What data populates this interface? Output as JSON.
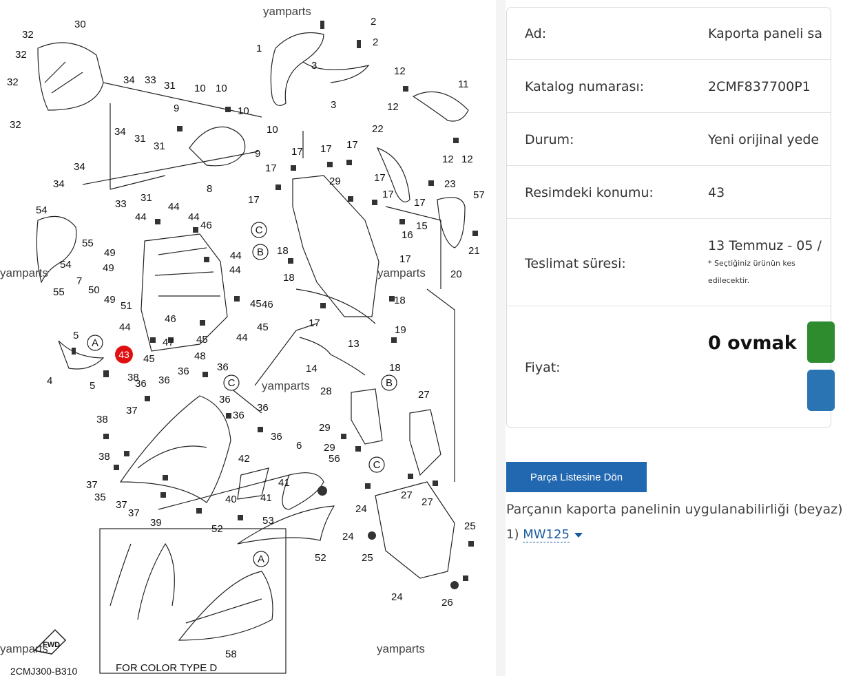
{
  "diagram": {
    "watermarks": [
      "yamparts",
      "yamparts",
      "yamparts",
      "yamparts",
      "yamparts",
      "yamparts"
    ],
    "highlighted_position": "43",
    "callout_numbers": [
      "1",
      "2",
      "2",
      "3",
      "3",
      "4",
      "5",
      "5",
      "6",
      "7",
      "8",
      "9",
      "9",
      "10",
      "10",
      "10",
      "10",
      "11",
      "12",
      "12",
      "12",
      "12",
      "13",
      "14",
      "15",
      "16",
      "17",
      "17",
      "17",
      "17",
      "17",
      "17",
      "17",
      "17",
      "17",
      "17",
      "18",
      "18",
      "18",
      "18",
      "19",
      "20",
      "21",
      "22",
      "23",
      "24",
      "24",
      "24",
      "25",
      "25",
      "26",
      "27",
      "27",
      "27",
      "28",
      "29",
      "29",
      "29",
      "30",
      "31",
      "31",
      "31",
      "31",
      "32",
      "32",
      "32",
      "32",
      "33",
      "33",
      "34",
      "34",
      "34",
      "34",
      "35",
      "36",
      "36",
      "36",
      "36",
      "36",
      "36",
      "36",
      "36",
      "37",
      "37",
      "37",
      "37",
      "38",
      "38",
      "38",
      "39",
      "40",
      "41",
      "41",
      "42",
      "44",
      "44",
      "44",
      "44",
      "44",
      "44",
      "44",
      "45",
      "45",
      "45",
      "45",
      "46",
      "46",
      "46",
      "47",
      "48",
      "49",
      "49",
      "49",
      "50",
      "51",
      "52",
      "52",
      "53",
      "54",
      "54",
      "55",
      "55",
      "56",
      "57",
      "58"
    ],
    "circle_letters": [
      "C",
      "B",
      "A",
      "C",
      "B",
      "C",
      "A"
    ],
    "diagram_code": "2CMJ300-B310",
    "inset_caption": "FOR COLOR TYPE D",
    "fwd_label": "FWD"
  },
  "info": {
    "rows": [
      {
        "label": "Ad:",
        "value": "Kaporta paneli sa"
      },
      {
        "label": "Katalog numarası:",
        "value": "2CMF837700P1"
      },
      {
        "label": "Durum:",
        "value": "Yeni orijinal yede"
      },
      {
        "label": "Resimdeki konumu:",
        "value": "43"
      },
      {
        "label": "Teslimat süresi:",
        "value": "13 Temmuz - 05 /",
        "note": "* Seçtiğiniz ürünün kes edilecektir."
      },
      {
        "label": "Fiyat:",
        "value": "0 ovmak"
      }
    ],
    "accent_green": "#2e8b2e",
    "accent_blue": "#2a74b4"
  },
  "actions": {
    "back_label": "Parça Listesine Dön"
  },
  "applicability": {
    "text": "Parçanın kaporta panelinin uygulanabilirliği (beyaz)",
    "model_prefix": "1)",
    "model": "MW125"
  }
}
